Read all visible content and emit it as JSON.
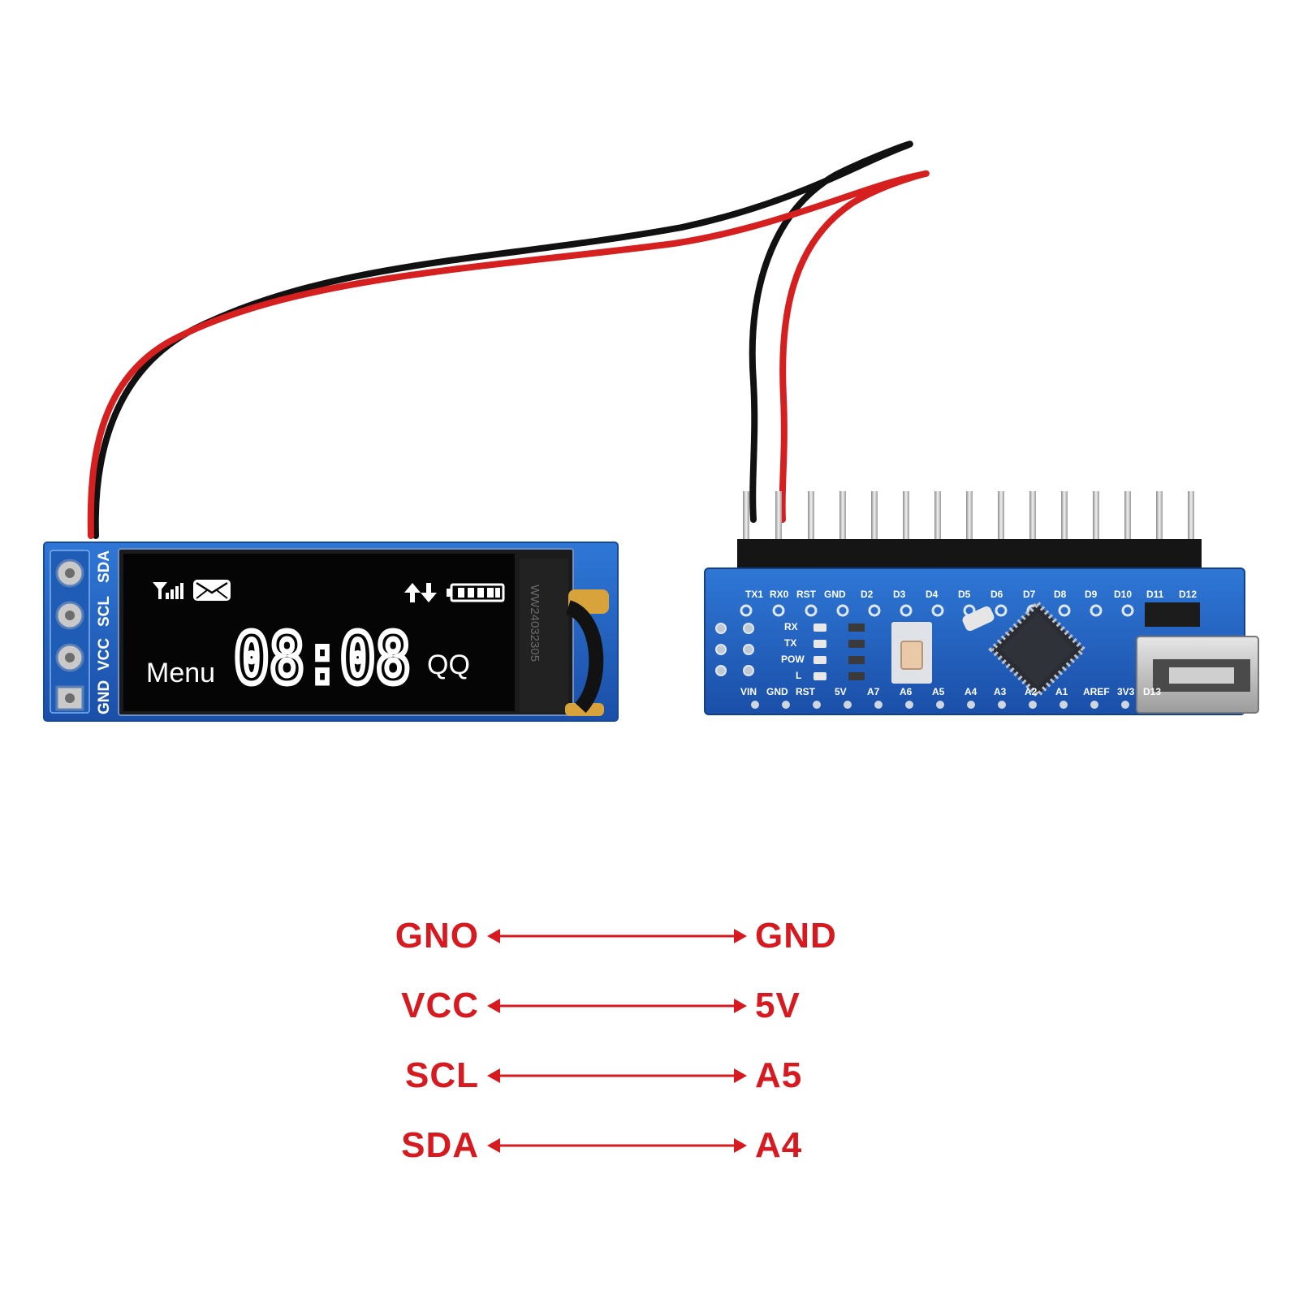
{
  "oled_module": {
    "pin_labels": [
      "GND",
      "VCC",
      "SCL",
      "SDA"
    ],
    "screen_menu_text": "Menu",
    "screen_clock_text": "08:08",
    "screen_corner_text": "QQ",
    "flex_cable_code": "WW24032305",
    "icons": [
      "signal-icon",
      "envelope-icon",
      "up-down-arrows-icon",
      "battery-icon"
    ]
  },
  "nano_board": {
    "top_pin_labels": [
      "TX1",
      "RX0",
      "RST",
      "GND",
      "D2",
      "D3",
      "D4",
      "D5",
      "D6",
      "D7",
      "D8",
      "D9",
      "D10",
      "D11",
      "D12"
    ],
    "bottom_pin_labels": [
      "VIN",
      "GND",
      "RST",
      "5V",
      "A7",
      "A6",
      "A5",
      "A4",
      "A3",
      "A2",
      "A1",
      "AREF",
      "3V3",
      "D13"
    ],
    "led_labels": [
      "RX",
      "TX",
      "POW",
      "L"
    ]
  },
  "wires": {
    "colors": [
      "#d61f1f",
      "#111111"
    ]
  },
  "mapping": [
    {
      "left": "GNO",
      "right": "GND"
    },
    {
      "left": "VCC",
      "right": "5V"
    },
    {
      "left": "SCL",
      "right": "A5"
    },
    {
      "left": "SDA",
      "right": "A4"
    }
  ],
  "colors": {
    "label_red": "#d71920",
    "pcb_blue": "#1f5fb8",
    "wire_red": "#d61f1f",
    "wire_black": "#111111"
  }
}
